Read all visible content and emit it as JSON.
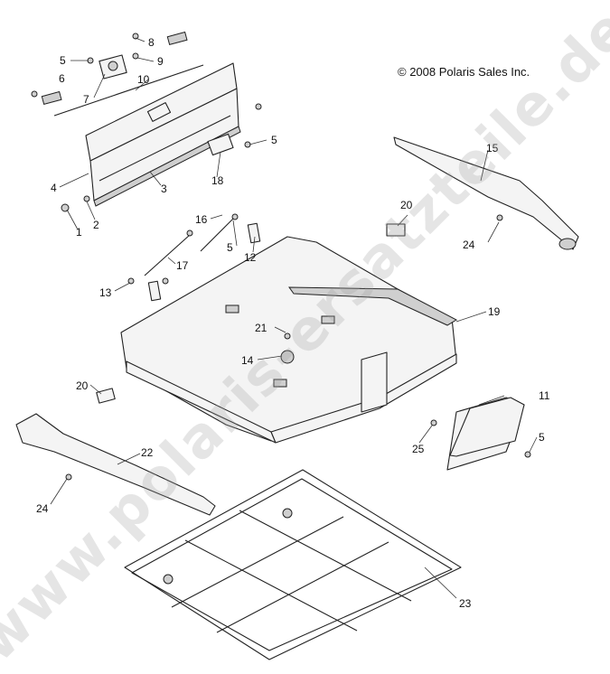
{
  "copyright": "© 2008 Polaris Sales Inc.",
  "watermark": "www.polaris-ersatzteile.de",
  "callouts": [
    {
      "label": "1"
    },
    {
      "label": "2"
    },
    {
      "label": "3"
    },
    {
      "label": "4"
    },
    {
      "label": "5"
    },
    {
      "label": "5"
    },
    {
      "label": "5"
    },
    {
      "label": "5"
    },
    {
      "label": "6"
    },
    {
      "label": "7"
    },
    {
      "label": "8"
    },
    {
      "label": "9"
    },
    {
      "label": "10"
    },
    {
      "label": "11"
    },
    {
      "label": "12"
    },
    {
      "label": "13"
    },
    {
      "label": "14"
    },
    {
      "label": "15"
    },
    {
      "label": "16"
    },
    {
      "label": "17"
    },
    {
      "label": "18"
    },
    {
      "label": "19"
    },
    {
      "label": "20"
    },
    {
      "label": "20"
    },
    {
      "label": "21"
    },
    {
      "label": "22"
    },
    {
      "label": "23"
    },
    {
      "label": "24"
    },
    {
      "label": "24"
    },
    {
      "label": "25"
    }
  ]
}
